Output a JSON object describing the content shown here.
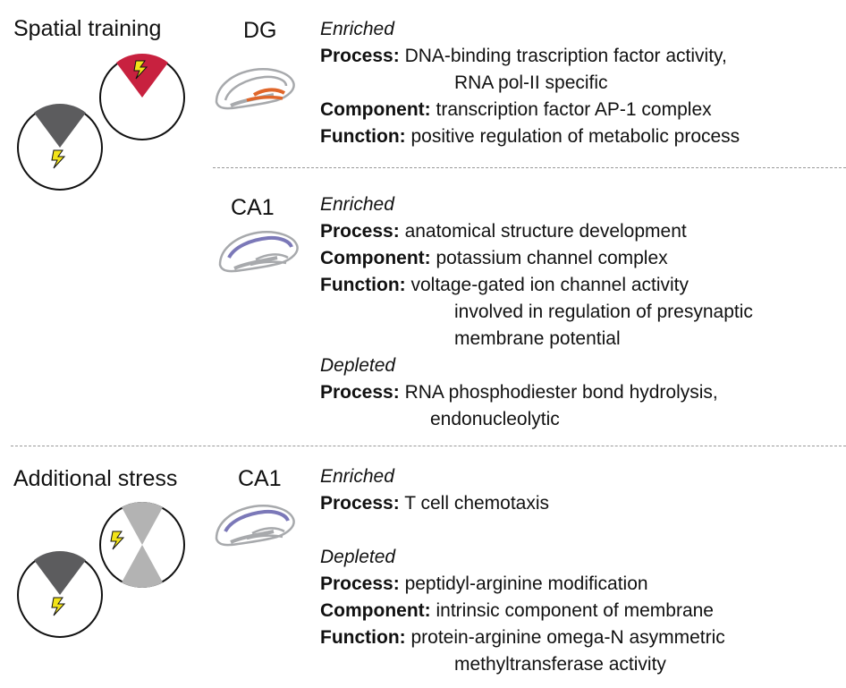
{
  "sections": [
    {
      "title": "Spatial training",
      "region": "DG",
      "enriched_heading": "Enriched",
      "process_label": "Process:",
      "process_value": "DNA-binding trascription factor activity,",
      "process_value_2": "RNA pol-II specific",
      "component_label": "Component:",
      "component_value": "transcription factor AP-1 complex",
      "function_label": "Function:",
      "function_value": "positive regulation of metabolic process"
    },
    {
      "region": "CA1",
      "enriched_heading": "Enriched",
      "process_label": "Process:",
      "process_value": "anatomical structure development",
      "component_label": "Component:",
      "component_value": "potassium channel complex",
      "function_label": "Function:",
      "function_value": "voltage-gated ion channel activity",
      "function_value_2": "involved in regulation of presynaptic",
      "function_value_3": "membrane potential",
      "depleted_heading": "Depleted",
      "depleted_process_label": "Process:",
      "depleted_process_value": "RNA phosphodiester bond hydrolysis,",
      "depleted_process_value_2": "endonucleolytic"
    },
    {
      "title": "Additional stress",
      "region": "CA1",
      "enriched_heading": "Enriched",
      "process_label": "Process:",
      "process_value": "T cell chemotaxis",
      "depleted_heading": "Depleted",
      "depleted_process_label": "Process:",
      "depleted_process_value": "peptidyl-arginine modification",
      "component_label": "Component:",
      "component_value": "intrinsic component of membrane",
      "function_label": "Function:",
      "function_value": "protein-arginine omega-N asymmetric",
      "function_value_2": "methyltransferase activity"
    }
  ],
  "colors": {
    "dg_highlight": "#e0662a",
    "ca1_highlight": "#7b78b8",
    "shock_wedge": "#c8213f",
    "dark_wedge": "#5c5c5e",
    "light_wedge": "#b3b3b3",
    "lightning": "#f2e318",
    "hippocampus_outline": "#a7a9ac"
  },
  "icons": [
    "arena-icon",
    "lightning-icon",
    "hippocampus-icon"
  ]
}
